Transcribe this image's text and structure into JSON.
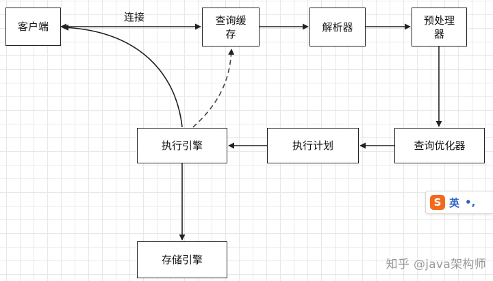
{
  "nodes": {
    "client": "客户端",
    "query_cache": "查询缓\n存",
    "parser": "解析器",
    "preprocessor": "预处理\n器",
    "query_optimizer": "查询优化器",
    "execution_plan": "执行计划",
    "execution_engine": "执行引擎",
    "storage_engine": "存储引擎"
  },
  "edges": {
    "connect_label": "连接"
  },
  "ime_toolbar": {
    "logo": "S",
    "language": "英",
    "punctuation": "•,",
    "accent_color": "#f36a1c"
  },
  "watermark": "知乎 @java架构师"
}
